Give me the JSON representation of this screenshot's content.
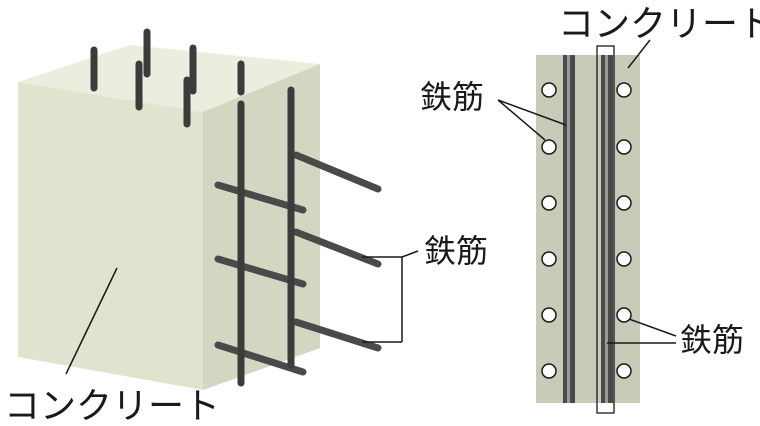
{
  "labels": {
    "concrete_bottom": "コンクリート",
    "concrete_top": "コンクリート",
    "rebar_top": "鉄筋",
    "rebar_middle": "鉄筋",
    "rebar_right": "鉄筋"
  },
  "colors": {
    "concrete_front": "#e1e3cf",
    "concrete_side": "#d3d6c1",
    "concrete_top": "#ecedde",
    "section_fill": "#c8cbb8",
    "rebar": "#4a4a4a",
    "line": "#1a1a1a"
  }
}
